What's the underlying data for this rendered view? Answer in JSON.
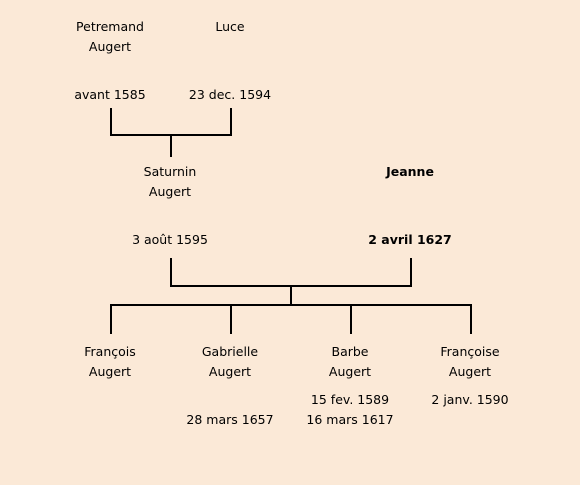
{
  "colors": {
    "background": "#fbe9d7",
    "line": "#000000"
  },
  "people": {
    "petremand": {
      "given": "Petremand",
      "surname": "Augert",
      "date": "avant 1585"
    },
    "luce": {
      "given": "Luce",
      "surname": "",
      "date": "23 dec. 1594"
    },
    "saturnin": {
      "given": "Saturnin",
      "surname": "Augert",
      "date": "3 août 1595"
    },
    "jeanne": {
      "given": "Jeanne",
      "surname": "",
      "date": "2 avril 1627"
    },
    "francois": {
      "given": "François",
      "surname": "Augert",
      "date": "",
      "date2": ""
    },
    "gabrielle": {
      "given": "Gabrielle",
      "surname": "Augert",
      "date": "",
      "date2": "28 mars 1657"
    },
    "barbe": {
      "given": "Barbe",
      "surname": "Augert",
      "date": "15 fev. 1589",
      "date2": "16 mars 1617"
    },
    "francoise": {
      "given": "Françoise",
      "surname": "Augert",
      "date": "2 janv. 1590",
      "date2": ""
    }
  }
}
